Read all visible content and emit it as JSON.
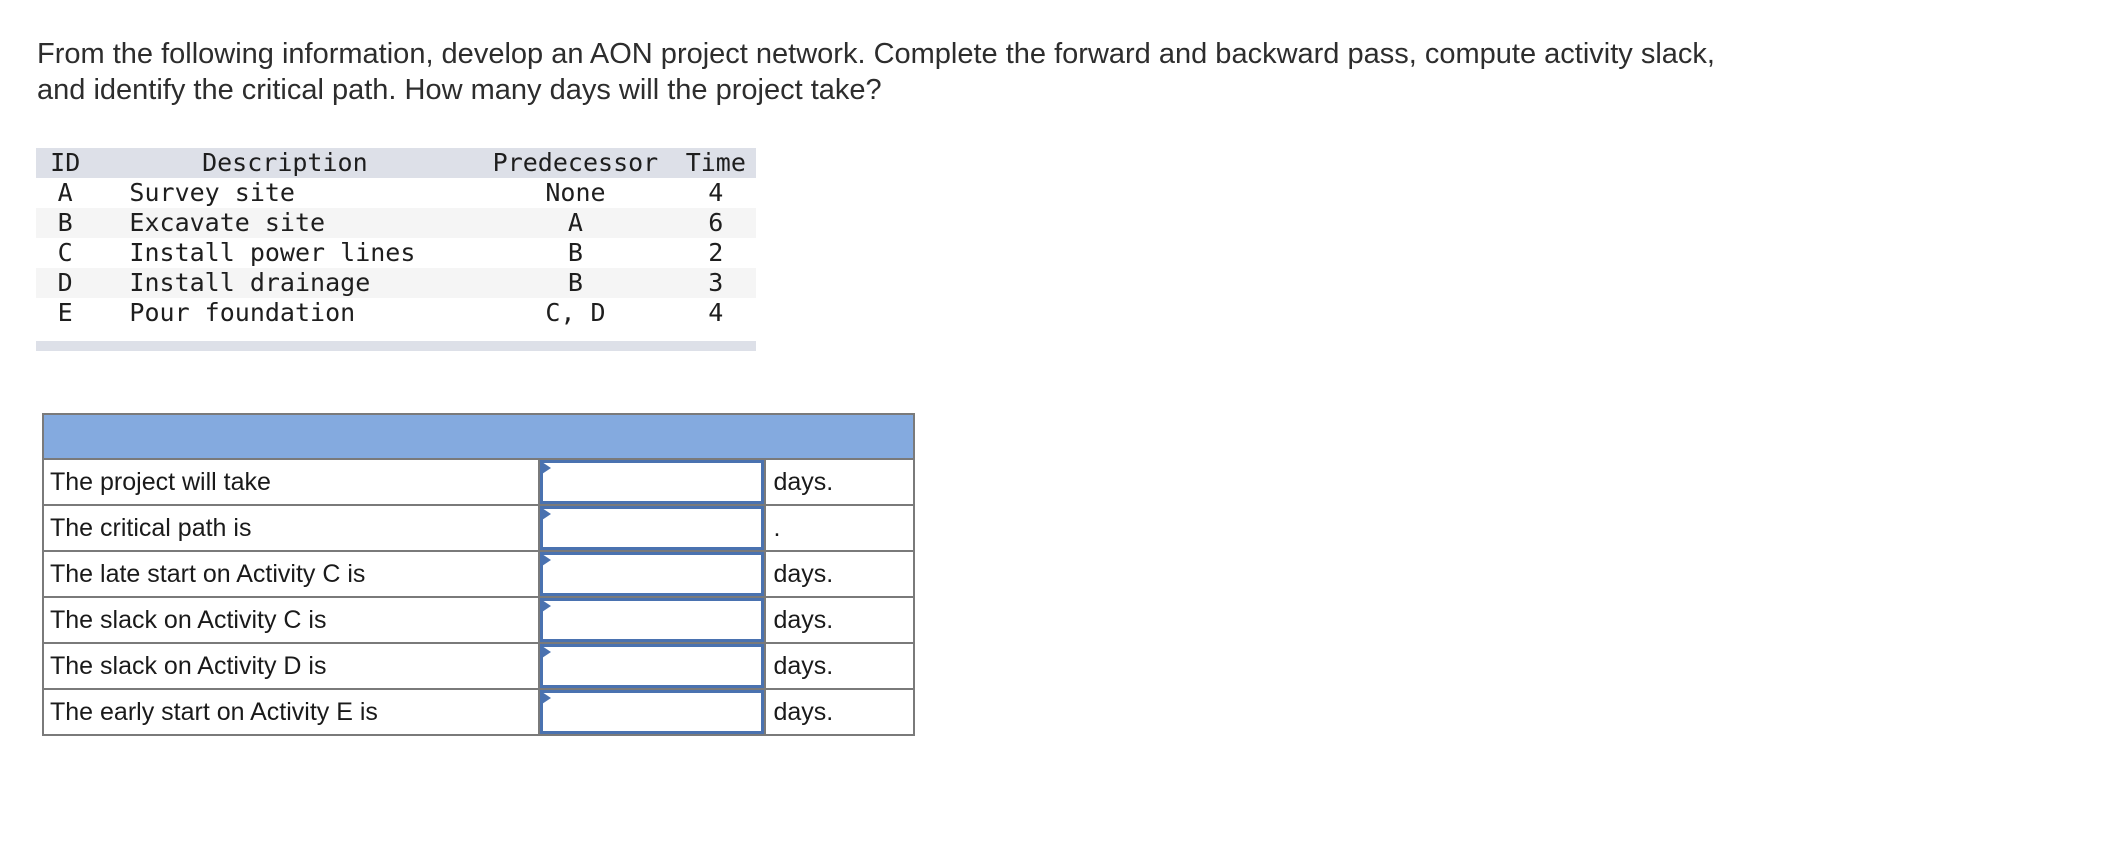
{
  "question": {
    "line1": "From the following information, develop an AON project network. Complete the forward and backward pass, compute activity slack,",
    "line2": "and identify the critical path. How many days will the project take?"
  },
  "activity_table": {
    "headers": {
      "id": "ID",
      "description": "Description",
      "predecessor": "Predecessor",
      "time": "Time"
    },
    "rows": [
      {
        "id": "A",
        "description": "Survey site",
        "predecessor": "None",
        "time": "4"
      },
      {
        "id": "B",
        "description": "Excavate site",
        "predecessor": "A",
        "time": "6"
      },
      {
        "id": "C",
        "description": "Install power lines",
        "predecessor": "B",
        "time": "2"
      },
      {
        "id": "D",
        "description": "Install drainage",
        "predecessor": "B",
        "time": "3"
      },
      {
        "id": "E",
        "description": "Pour foundation",
        "predecessor": "C, D",
        "time": "4"
      }
    ]
  },
  "answer_table": {
    "header_color": "#84aadf",
    "input_border_color": "#4a72b0",
    "rows": [
      {
        "label": "The project will take",
        "value": "",
        "unit": "days."
      },
      {
        "label": "The critical path is",
        "value": "",
        "unit": "."
      },
      {
        "label": "The late start on Activity C is",
        "value": "",
        "unit": "days."
      },
      {
        "label": "The slack on Activity C is",
        "value": "",
        "unit": "days."
      },
      {
        "label": "The slack on Activity D is",
        "value": "",
        "unit": "days."
      },
      {
        "label": "The early start on Activity E is",
        "value": "",
        "unit": "days."
      }
    ]
  }
}
